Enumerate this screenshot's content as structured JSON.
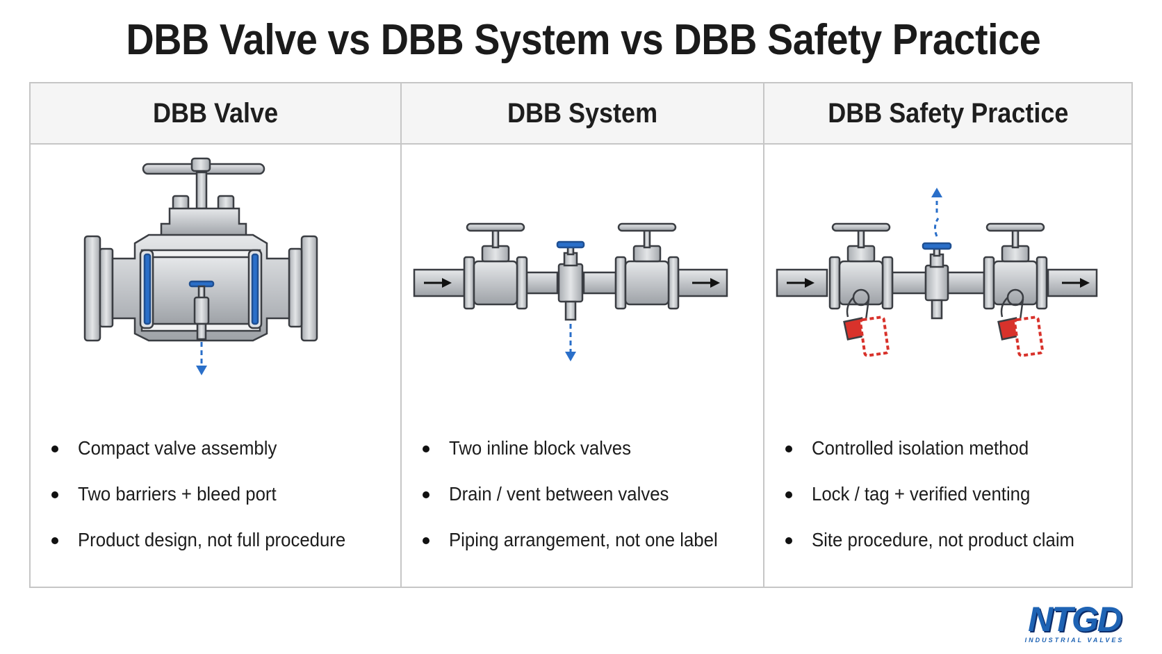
{
  "title": "DBB Valve vs DBB System vs DBB Safety Practice",
  "columns": [
    {
      "header": "DBB Valve",
      "illustration": "dbb-valve-cutaway",
      "bullets": [
        "Compact valve assembly",
        "Two barriers + bleed port",
        "Product design, not full procedure"
      ]
    },
    {
      "header": "DBB System",
      "illustration": "two-block-valves-with-bleed",
      "bullets": [
        "Two inline block valves",
        "Drain / vent between valves",
        "Piping arrangement, not one label"
      ]
    },
    {
      "header": "DBB Safety Practice",
      "illustration": "lockout-tagout-isolation",
      "bullets": [
        "Controlled isolation method",
        "Lock / tag + verified venting",
        "Site procedure, not product claim"
      ]
    }
  ],
  "logo": {
    "text": "NTGD",
    "subtitle": "INDUSTRIAL VALVES"
  },
  "colors": {
    "accent_blue": "#2a6fc9",
    "lock_red": "#d8322b",
    "steel": "#b9bcc0",
    "border": "#c6c6c6"
  }
}
